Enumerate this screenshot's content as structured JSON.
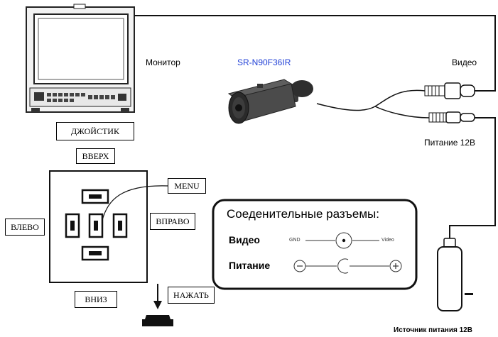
{
  "labels": {
    "monitor": "Монитор",
    "camera_model": "SR-N90F36IR",
    "video": "Видео",
    "power_12v": "Питание 12В",
    "joystick": "ДЖОЙСТИК",
    "up": "ВВЕРХ",
    "left": "ВЛЕВО",
    "right": "ВПРАВО",
    "down": "ВНИЗ",
    "menu": "MENU",
    "press": "НАЖАТЬ",
    "power_source": "Источник питания 12В"
  },
  "legend": {
    "title": "Соеденительные разъемы:",
    "video_label": "Видео",
    "power_label": "Питание",
    "gnd": "GND",
    "video_pin": "Video"
  }
}
